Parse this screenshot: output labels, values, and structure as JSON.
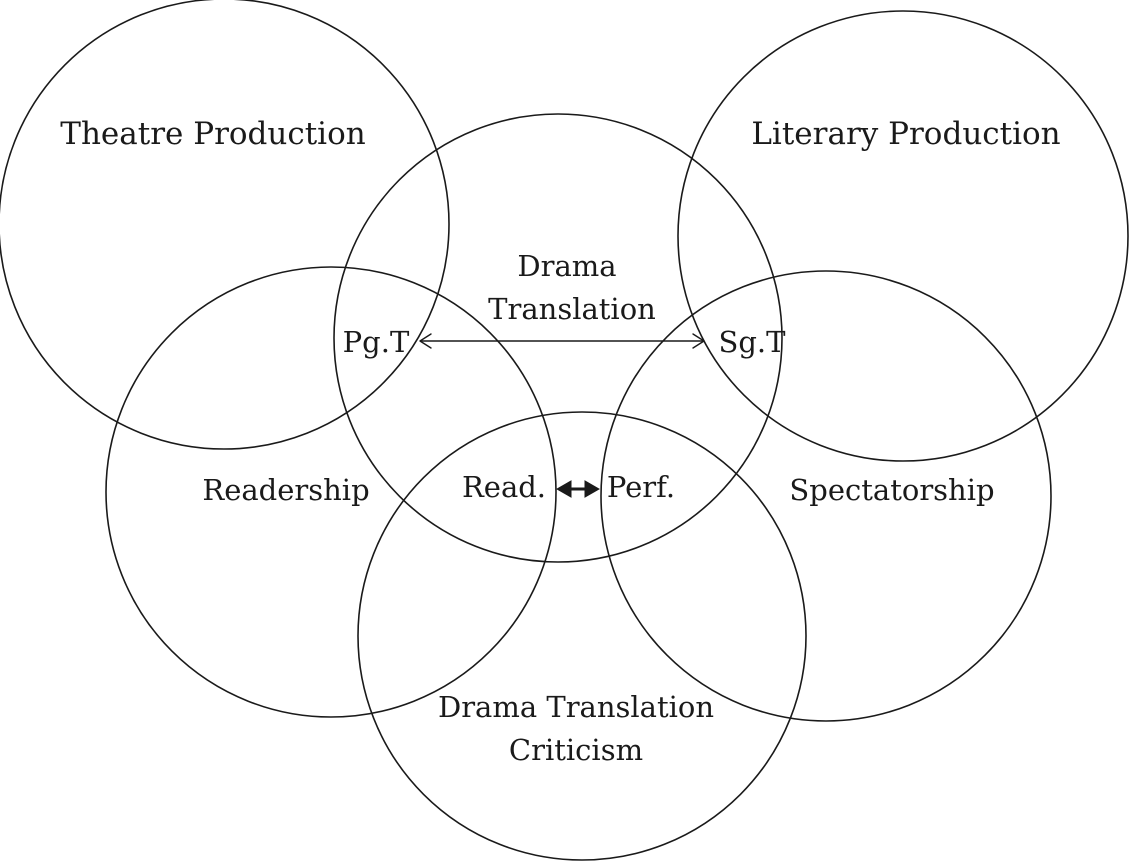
{
  "diagram": {
    "circles": {
      "theatre_production": "Theatre Production",
      "literary_production": "Literary Production",
      "drama_translation": [
        "Drama",
        "Translation"
      ],
      "readership": "Readership",
      "spectatorship": "Spectatorship",
      "criticism": [
        "Drama Translation",
        "Criticism"
      ]
    },
    "intersections": {
      "page_translation": "Pg.T",
      "stage_translation": "Sg.T",
      "reading": "Read.",
      "performance": "Perf."
    }
  }
}
